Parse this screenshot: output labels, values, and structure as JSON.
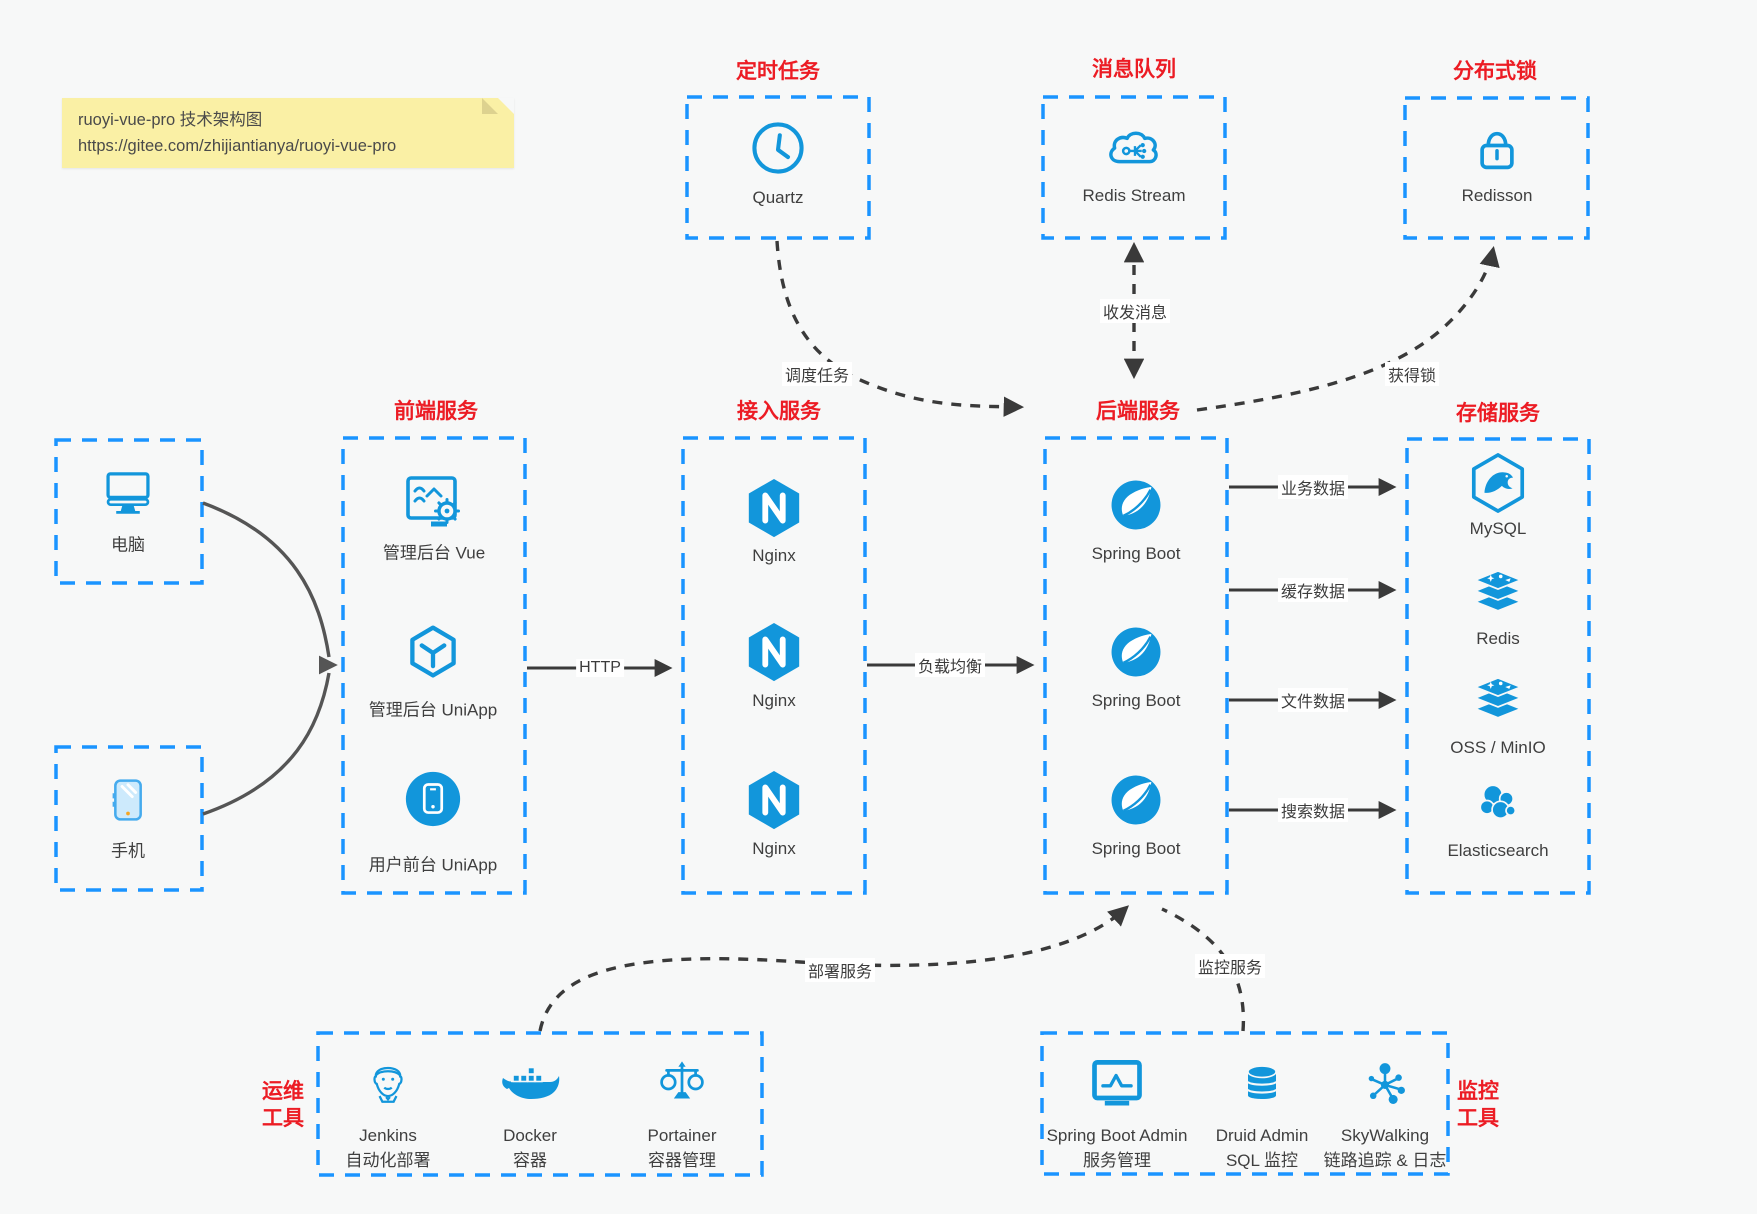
{
  "note": {
    "line1": "ruoyi-vue-pro 技术架构图",
    "line2": "https://gitee.com/zhijiantianya/ruoyi-vue-pro"
  },
  "clients": {
    "pc": "电脑",
    "mobile": "手机"
  },
  "top_groups": {
    "scheduler": {
      "title": "定时任务",
      "item": "Quartz"
    },
    "mq": {
      "title": "消息队列",
      "item": "Redis Stream"
    },
    "lock": {
      "title": "分布式锁",
      "item": "Redisson"
    }
  },
  "service_groups": {
    "frontend": {
      "title": "前端服务",
      "items": [
        "管理后台 Vue",
        "管理后台 UniApp",
        "用户前台 UniApp"
      ]
    },
    "gateway": {
      "title": "接入服务",
      "items": [
        "Nginx",
        "Nginx",
        "Nginx"
      ]
    },
    "backend": {
      "title": "后端服务",
      "items": [
        "Spring Boot",
        "Spring Boot",
        "Spring Boot"
      ]
    },
    "storage": {
      "title": "存储服务",
      "items": [
        "MySQL",
        "Redis",
        "OSS / MinIO",
        "Elasticsearch"
      ]
    }
  },
  "bottom_groups": {
    "ops": {
      "title": [
        "运维",
        "工具"
      ],
      "items": [
        {
          "name": "Jenkins",
          "desc": "自动化部署"
        },
        {
          "name": "Docker",
          "desc": "容器"
        },
        {
          "name": "Portainer",
          "desc": "容器管理"
        }
      ]
    },
    "monitoring": {
      "title": [
        "监控",
        "工具"
      ],
      "items": [
        {
          "name": "Spring Boot Admin",
          "desc": "服务管理"
        },
        {
          "name": "Druid Admin",
          "desc": "SQL 监控"
        },
        {
          "name": "SkyWalking",
          "desc": "链路追踪 & 日志"
        }
      ]
    }
  },
  "edges": {
    "http": "HTTP",
    "load_balance": "负载均衡",
    "biz_data": "业务数据",
    "cache_data": "缓存数据",
    "file_data": "文件数据",
    "search_data": "搜索数据",
    "schedule_task": "调度任务",
    "send_receive_msg": "收发消息",
    "acquire_lock": "获得锁",
    "deploy_service": "部署服务",
    "monitor_service": "监控服务"
  },
  "colors": {
    "icon_blue": "#1296db",
    "border_blue": "#1a94ff",
    "title_red": "#ec1c24",
    "arrow_dark": "#3a3a3a",
    "note_bg": "#faf0a5"
  }
}
